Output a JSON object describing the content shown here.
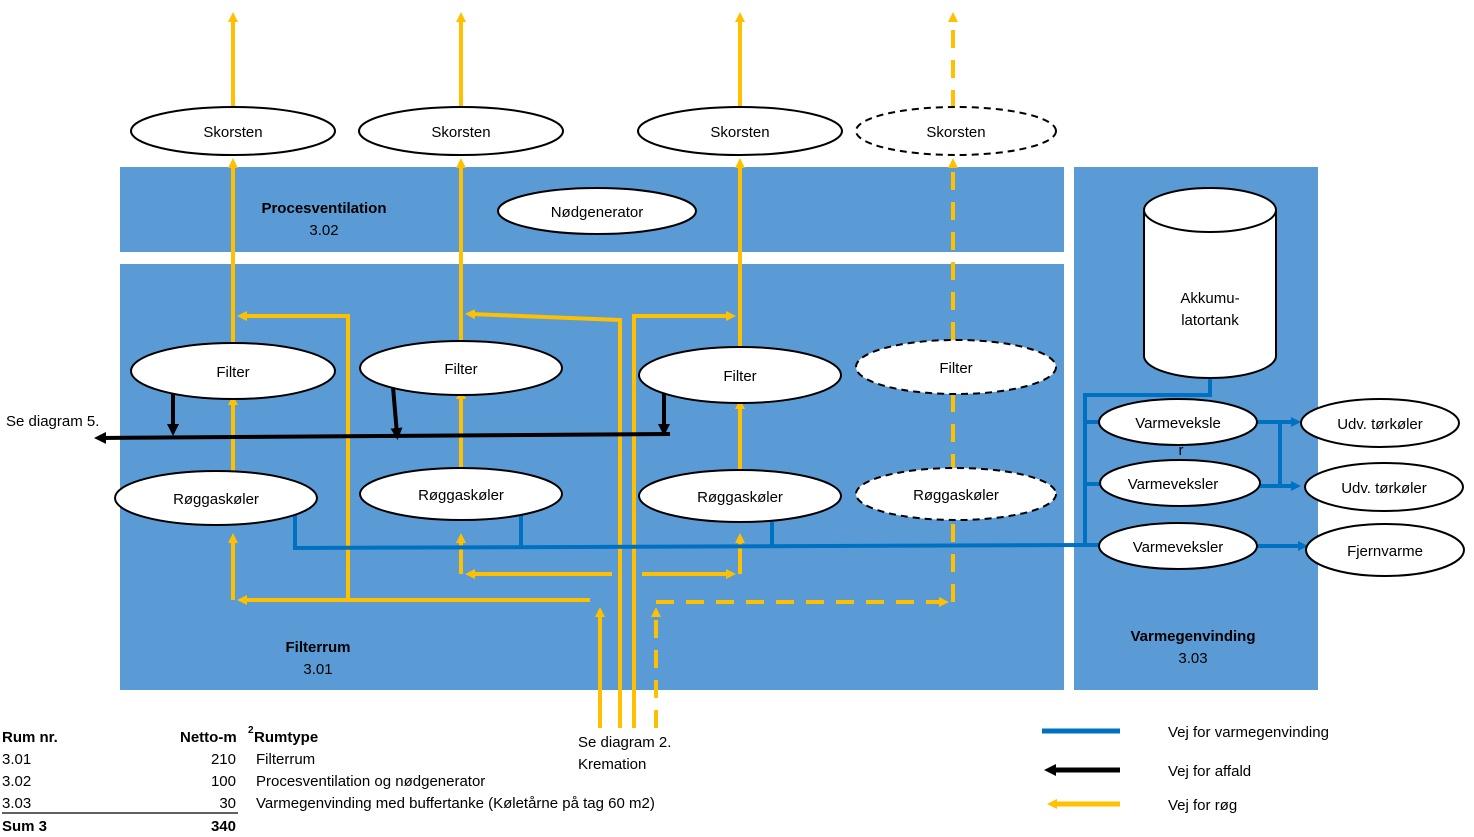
{
  "colors": {
    "room_fill": "#5b9bd5",
    "smoke": "#ffc000",
    "heat": "#0070c0",
    "waste": "#000000"
  },
  "rooms": {
    "procesventilation": {
      "name": "Procesventilation",
      "number": "3.02"
    },
    "filterrum": {
      "name": "Filterrum",
      "number": "3.01"
    },
    "varmegenvinding": {
      "name": "Varmegenvinding",
      "number": "3.03"
    }
  },
  "nodes": {
    "skorsten": "Skorsten",
    "nodgenerator": "Nødgenerator",
    "filter": "Filter",
    "roggaskoler": "Røggaskøler",
    "akkumulatortank_line1": "Akkumu-",
    "akkumulatortank_line2": "latortank",
    "varmeveksler_split_a": "Varmeveksle",
    "varmeveksler_split_b": "r",
    "varmeveksler": "Varmeveksler",
    "udv_torkoler": "Udv. tørkøler",
    "fjernvarme": "Fjernvarme"
  },
  "refs": {
    "se_diagram_5": "Se diagram 5.",
    "se_diagram_2_line1": "Se diagram 2.",
    "se_diagram_2_line2": "Kremation"
  },
  "legend": {
    "heat": "Vej for varmegenvinding",
    "waste": "Vej for affald",
    "smoke": "Vej for røg"
  },
  "table": {
    "headers": {
      "rum_nr": "Rum nr.",
      "netto": "Netto-m",
      "netto_sup": "2",
      "rumtype": "Rumtype"
    },
    "rows": [
      {
        "rum": "3.01",
        "areal": "210",
        "type": "Filterrum"
      },
      {
        "rum": "3.02",
        "areal": "100",
        "type": "Procesventilation og nødgenerator"
      },
      {
        "rum": "3.03",
        "areal": "30",
        "type": "Varmegenvinding med buffertanke (Køletårne på tag 60 m2)"
      }
    ],
    "sum": {
      "label": "Sum 3",
      "value": "340"
    }
  }
}
